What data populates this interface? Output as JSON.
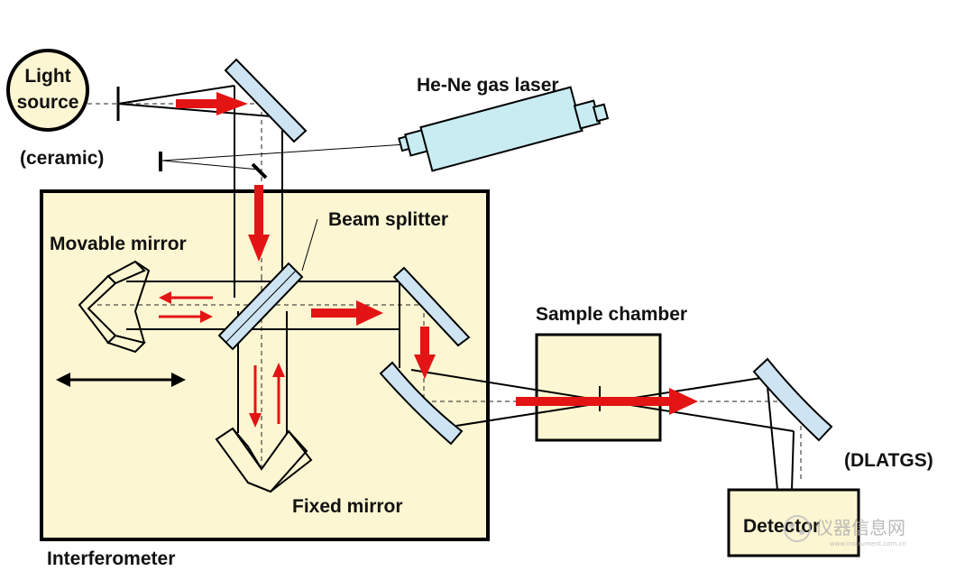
{
  "labels": {
    "light_source_line1": "Light",
    "light_source_line2": "source",
    "ceramic": "(ceramic)",
    "laser": "He-Ne gas laser",
    "beam_splitter": "Beam splitter",
    "movable_mirror": "Movable mirror",
    "fixed_mirror": "Fixed mirror",
    "sample_chamber": "Sample chamber",
    "interferometer": "Interferometer",
    "dlatgs": "(DLATGS)",
    "detector": "Detector"
  },
  "watermark": {
    "text": "仪器信息网",
    "subtext": "www.instrument.com.cn"
  },
  "colors": {
    "box_fill": "#fdf6d2",
    "mirror_fill": "#cfe4f3",
    "laser_fill": "#c8ecf2",
    "beam_arrow": "#e31414"
  }
}
